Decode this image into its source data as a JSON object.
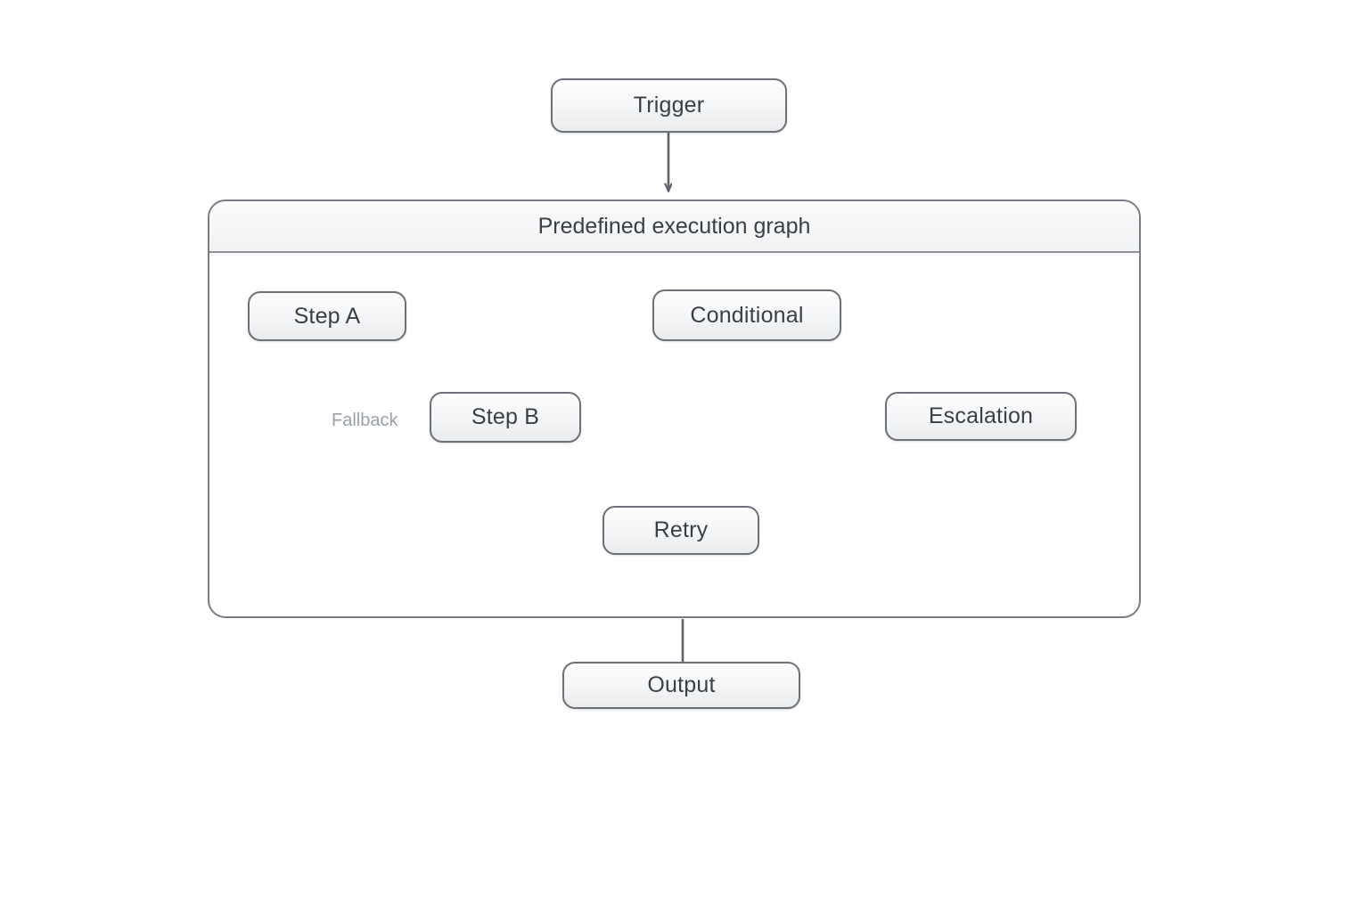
{
  "diagram": {
    "title": "Predefined execution graph",
    "background_color": "#ffffff",
    "node_border_color": "#6c7079",
    "node_fill_color": "#f2f3f5",
    "node_text_color": "#3a3f47",
    "edge_color": "#5d626b",
    "dashed_edge_color": "#6b7079",
    "edge_label_color": "#9aa0a8",
    "group_border_color": "#787c85"
  },
  "nodes": {
    "trigger": {
      "label": "Trigger"
    },
    "step_a": {
      "label": "Step A"
    },
    "step_b": {
      "label": "Step B"
    },
    "conditional": {
      "label": "Conditional"
    },
    "retry": {
      "label": "Retry"
    },
    "escalation": {
      "label": "Escalation"
    },
    "output": {
      "label": "Output"
    }
  },
  "group": {
    "title": "Predefined execution graph"
  },
  "edges": [
    {
      "id": "trigger-to-graph",
      "from": "trigger",
      "to": "group",
      "style": "solid",
      "arrow": true,
      "label": ""
    },
    {
      "id": "step-a-to-conditional",
      "from": "step_a",
      "to": "conditional",
      "style": "solid",
      "arrow": true,
      "label": ""
    },
    {
      "id": "step-a-to-step-b",
      "from": "step_a",
      "to": "step_b",
      "style": "dashed",
      "arrow": true,
      "label": "Fallback"
    },
    {
      "id": "conditional-to-step-b",
      "from": "conditional",
      "to": "step_b",
      "style": "dashed",
      "arrow": false,
      "label": ""
    },
    {
      "id": "step-b-to-conditional",
      "from": "step_b",
      "to": "conditional",
      "style": "dashed",
      "arrow": true,
      "label": ""
    },
    {
      "id": "step-b-to-escalation",
      "from": "step_b",
      "to": "escalation",
      "style": "solid",
      "arrow": true,
      "label": ""
    },
    {
      "id": "conditional-to-escalation",
      "from": "conditional",
      "to": "escalation",
      "style": "dashed",
      "arrow": true,
      "label": ""
    },
    {
      "id": "step-b-to-retry",
      "from": "step_b",
      "to": "retry",
      "style": "solid",
      "arrow": true,
      "label": ""
    },
    {
      "id": "retry-self-loop",
      "from": "retry",
      "to": "retry",
      "style": "solid",
      "arrow": true,
      "label": ""
    },
    {
      "id": "retry-to-escalation",
      "from": "retry",
      "to": "escalation",
      "style": "dashed",
      "arrow": true,
      "label": ""
    },
    {
      "id": "retry-to-output",
      "from": "retry",
      "to": "output",
      "style": "solid",
      "arrow": true,
      "label": ""
    }
  ],
  "edge_labels": {
    "fallback": "Fallback"
  }
}
